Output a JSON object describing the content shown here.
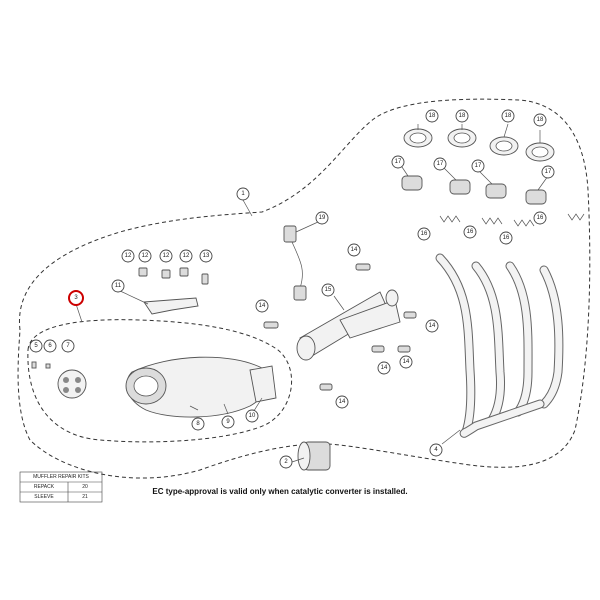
{
  "callouts": {
    "c1": "1",
    "c2": "2",
    "c3": "3",
    "c4": "4",
    "c5": "5",
    "c6": "6",
    "c7": "7",
    "c8": "8",
    "c9": "9",
    "c10": "10",
    "c11": "11",
    "c12": "12",
    "c13": "13",
    "c14": "14",
    "c15": "15",
    "c16": "16",
    "c17": "17",
    "c18": "18",
    "c19": "19"
  },
  "highlight_color": "#cc0000",
  "note": "EC type-approval is valid only when catalytic converter is installed.",
  "repair_table": {
    "title": "MUFFLER REPAIR KITS",
    "rows": [
      {
        "name": "REPACK",
        "part": "20"
      },
      {
        "name": "SLEEVE",
        "part": "21"
      }
    ]
  }
}
